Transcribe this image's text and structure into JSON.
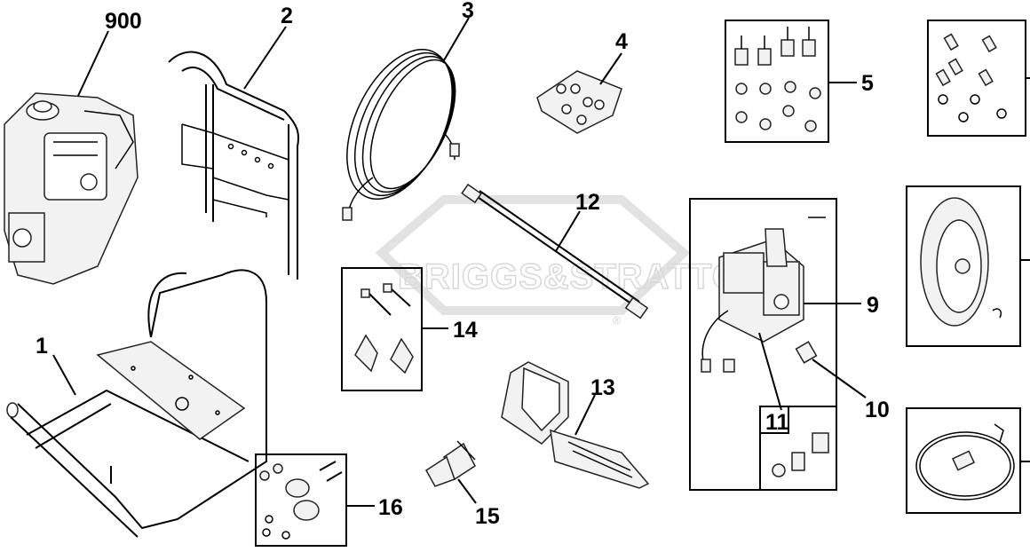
{
  "watermark": {
    "brand": "BRIGGS&STRATTON",
    "trademark": "®"
  },
  "parts": [
    {
      "key": "engine",
      "label": "900"
    },
    {
      "key": "handle",
      "label": "2"
    },
    {
      "key": "hose",
      "label": "3"
    },
    {
      "key": "fastener_bag",
      "label": "4"
    },
    {
      "key": "isolator_kit",
      "label": "5"
    },
    {
      "key": "frame",
      "label": "1"
    },
    {
      "key": "extension_wand",
      "label": "12"
    },
    {
      "key": "handle_hardware_kit",
      "label": "14"
    },
    {
      "key": "pump",
      "label": "9"
    },
    {
      "key": "inlet_fitting",
      "label": "10"
    },
    {
      "key": "fitting_kit",
      "label": "11"
    },
    {
      "key": "spray_gun",
      "label": "13"
    },
    {
      "key": "nozzle",
      "label": "15"
    },
    {
      "key": "foot_kit",
      "label": "16"
    }
  ]
}
